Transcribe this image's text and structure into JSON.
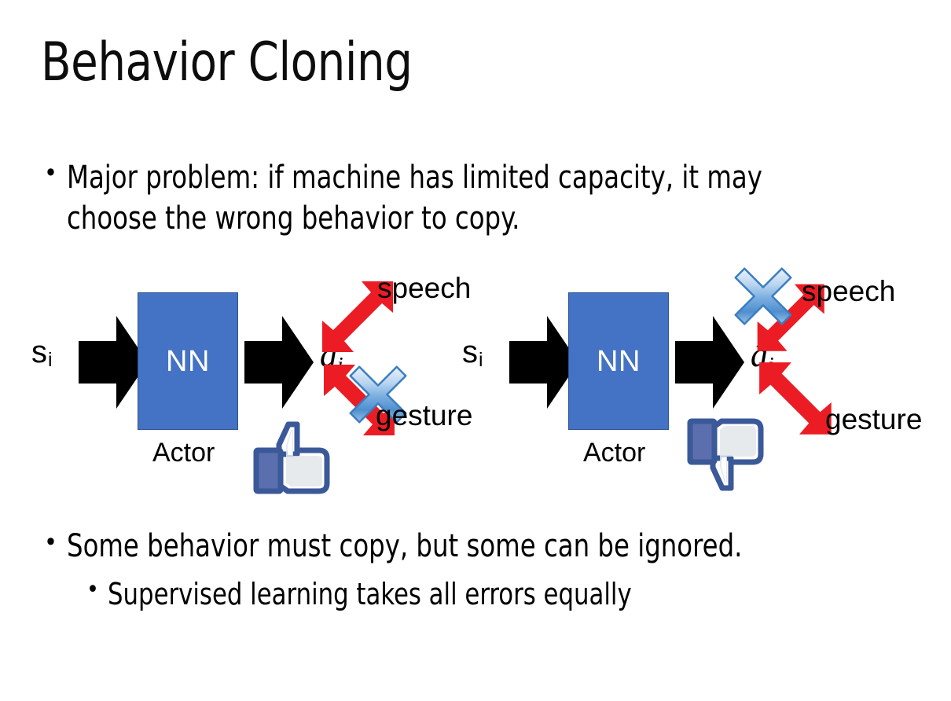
{
  "slide": {
    "title": "Behavior Cloning",
    "background_color": "#FFFFFF",
    "text_color": "#000000"
  },
  "bullets": {
    "bullet_char": "•",
    "top": "Major problem: if machine has limited capacity, it may choose the wrong behavior to copy.",
    "middle": "Some behavior must copy, but some can be ignored.",
    "sub": "Supervised learning takes all errors equally"
  },
  "colors": {
    "nn_box_fill": "#4472C4",
    "nn_box_border": "#2F528F",
    "arrow_black": "#000000",
    "arrow_red": "#EC1C24",
    "x_blue_light": "#DCE9F7",
    "x_blue_mid": "#6FA8DC",
    "x_blue_dark": "#2E74B5",
    "hand_outline": "#3B5998",
    "hand_cuff": "#5B6FAF",
    "hand_fill": "#FFFFFF",
    "hand_shadow": "#E3E6EA"
  },
  "diagrams": [
    {
      "id": "left",
      "state_label": "s",
      "state_subscript": "i",
      "nn_label": "NN",
      "actor_label": "Actor",
      "action_label": "â",
      "action_subscript": "i",
      "outputs": [
        {
          "name": "speech",
          "label": "speech",
          "crossed_out": false,
          "direction": "up-right"
        },
        {
          "name": "gesture",
          "label": "gesture",
          "crossed_out": true,
          "direction": "down-right"
        }
      ],
      "feedback_icon": "thumbs-up-icon",
      "feedback_sentiment": "positive"
    },
    {
      "id": "right",
      "state_label": "s",
      "state_subscript": "i",
      "nn_label": "NN",
      "actor_label": "Actor",
      "action_label": "â",
      "action_subscript": "i",
      "outputs": [
        {
          "name": "speech",
          "label": "speech",
          "crossed_out": true,
          "direction": "up-right"
        },
        {
          "name": "gesture",
          "label": "gesture",
          "crossed_out": false,
          "direction": "down-right"
        }
      ],
      "feedback_icon": "thumbs-down-icon",
      "feedback_sentiment": "negative"
    }
  ]
}
